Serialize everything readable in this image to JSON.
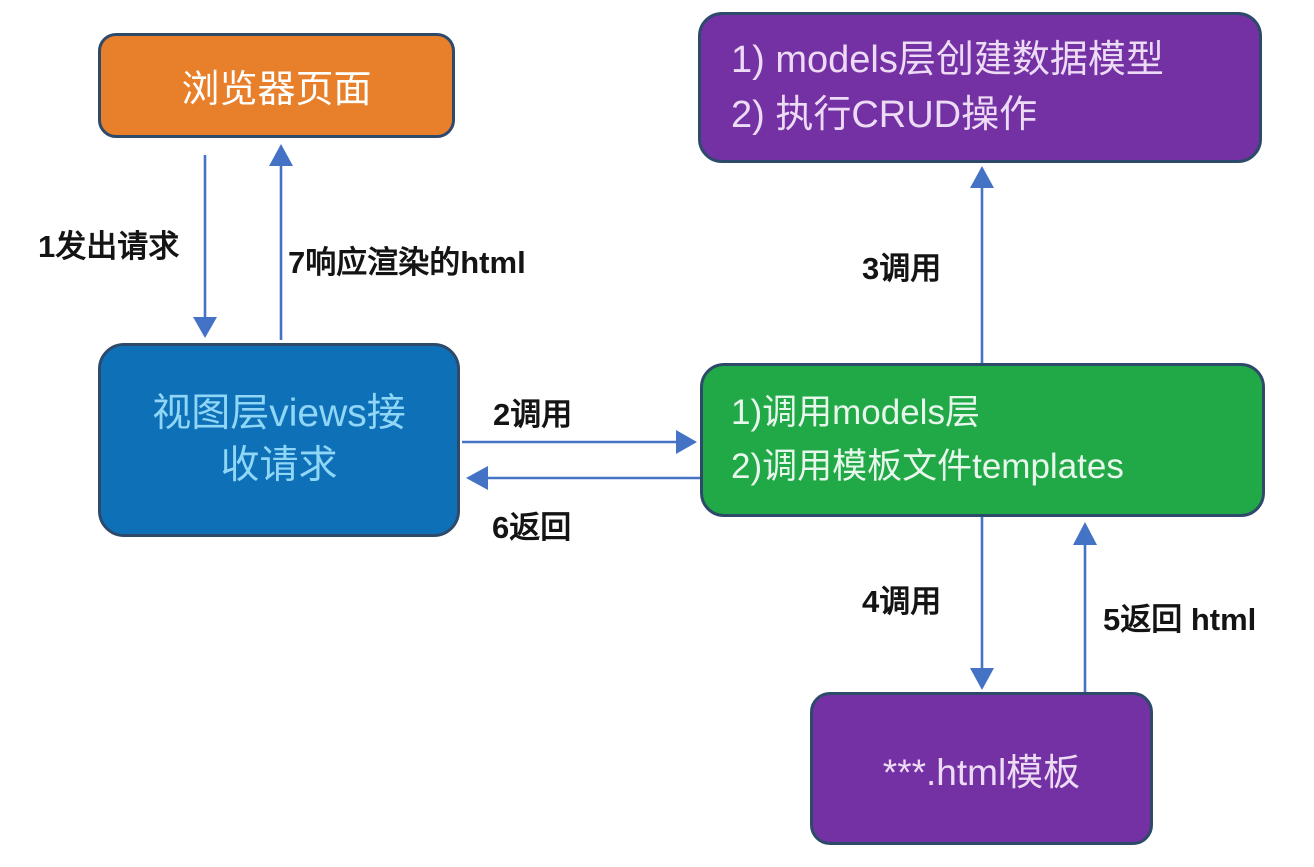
{
  "diagram": {
    "title": "Django MTV request flow diagram",
    "nodes": {
      "browser": {
        "label": "浏览器页面"
      },
      "views": {
        "line1": "视图层views接",
        "line2": "收请求"
      },
      "models": {
        "line1": "1) models层创建数据模型",
        "line2": "2) 执行CRUD操作"
      },
      "calls": {
        "line1": "1)调用models层",
        "line2": "2)调用模板文件templates"
      },
      "template": {
        "label": "***.html模板"
      }
    },
    "edges": {
      "e1": {
        "label": "1发出请求",
        "from": "browser",
        "to": "views"
      },
      "e2": {
        "label": "2调用",
        "from": "views",
        "to": "calls"
      },
      "e3": {
        "label": "3调用",
        "from": "calls",
        "to": "models"
      },
      "e4": {
        "label": "4调用",
        "from": "calls",
        "to": "template"
      },
      "e5": {
        "label": "5返回 html",
        "from": "template",
        "to": "calls"
      },
      "e6": {
        "label": "6返回",
        "from": "calls",
        "to": "views"
      },
      "e7": {
        "label": "7响应渲染的html",
        "from": "views",
        "to": "browser"
      }
    },
    "colors": {
      "browser_fill": "#e8802b",
      "views_fill": "#0e71b8",
      "views_text": "#8fd6f7",
      "models_fill": "#7331a3",
      "calls_fill": "#21a847",
      "template_fill": "#7331a3",
      "node_border": "#2e4a6b",
      "arrow": "#4472c4",
      "label_text": "#141414",
      "background": "#ffffff"
    }
  }
}
